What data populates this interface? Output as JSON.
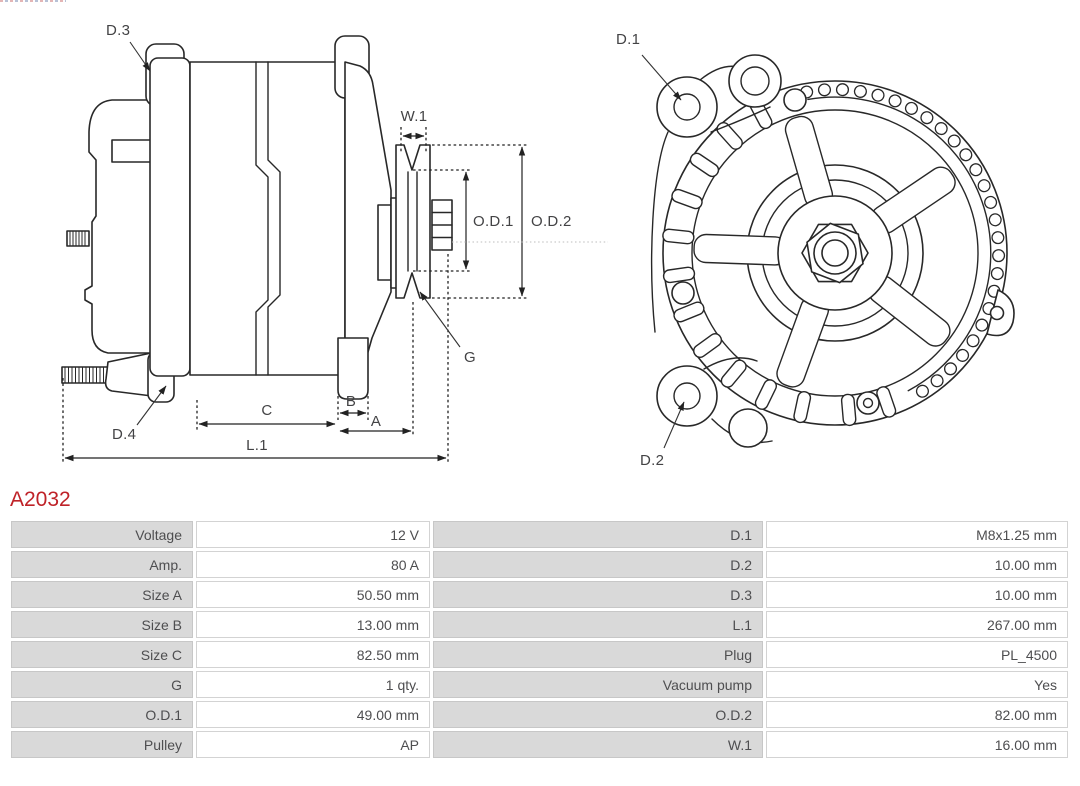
{
  "page": {
    "part_number": "A2032"
  },
  "colors": {
    "part_number_red": "#bf2228",
    "table_label_bg": "#d9d9d9",
    "table_border": "#cccccc",
    "drawing_line": "#282828",
    "table_text": "#4e4e50"
  },
  "diagram": {
    "side_view": {
      "labels": {
        "d3": "D.3",
        "d4": "D.4",
        "w1": "W.1",
        "od1": "O.D.1",
        "od2": "O.D.2",
        "g": "G",
        "c": "C",
        "b": "B",
        "a": "A",
        "l1": "L.1"
      }
    },
    "front_view": {
      "labels": {
        "d1": "D.1",
        "d2": "D.2"
      }
    }
  },
  "spec_table": {
    "rows": [
      {
        "label_left": "Voltage",
        "value_left": "12 V",
        "label_right": "D.1",
        "value_right": "M8x1.25 mm"
      },
      {
        "label_left": "Amp.",
        "value_left": "80 A",
        "label_right": "D.2",
        "value_right": "10.00 mm"
      },
      {
        "label_left": "Size A",
        "value_left": "50.50 mm",
        "label_right": "D.3",
        "value_right": "10.00 mm"
      },
      {
        "label_left": "Size B",
        "value_left": "13.00 mm",
        "label_right": "L.1",
        "value_right": "267.00 mm"
      },
      {
        "label_left": "Size C",
        "value_left": "82.50 mm",
        "label_right": "Plug",
        "value_right": "PL_4500"
      },
      {
        "label_left": "G",
        "value_left": "1 qty.",
        "label_right": "Vacuum pump",
        "value_right": "Yes"
      },
      {
        "label_left": "O.D.1",
        "value_left": "49.00 mm",
        "label_right": "O.D.2",
        "value_right": "82.00 mm"
      },
      {
        "label_left": "Pulley",
        "value_left": "AP",
        "label_right": "W.1",
        "value_right": "16.00 mm"
      }
    ]
  }
}
